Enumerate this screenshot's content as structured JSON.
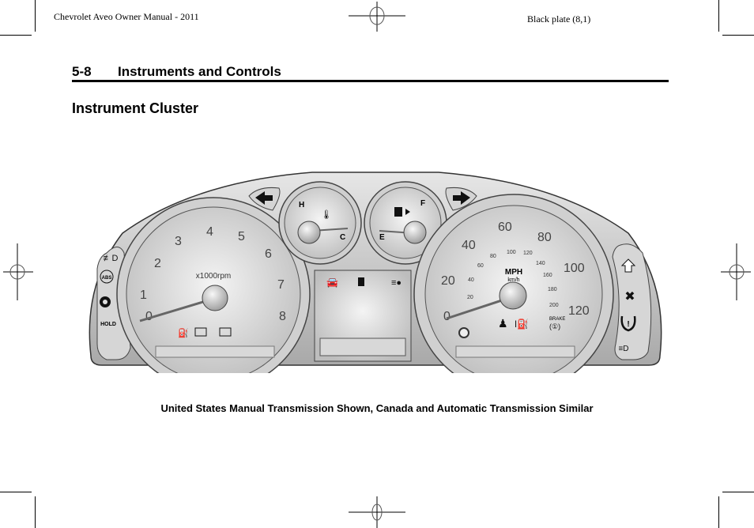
{
  "header": {
    "manual_title": "Chevrolet Aveo Owner Manual - 2011",
    "plate": "Black plate (8,1)"
  },
  "section": {
    "number": "5-8",
    "title": "Instruments and Controls"
  },
  "page_title": "Instrument Cluster",
  "figure": {
    "caption": "United States Manual Transmission Shown, Canada and Automatic Transmission Similar",
    "tachometer": {
      "unit_label": "x1000rpm",
      "ticks": [
        "0",
        "1",
        "2",
        "3",
        "4",
        "5",
        "6",
        "7",
        "8"
      ]
    },
    "temperature_gauge": {
      "hot_label": "H",
      "cold_label": "C"
    },
    "fuel_gauge": {
      "empty_label": "E",
      "full_label": "F"
    },
    "speedometer": {
      "unit_label": "MPH",
      "secondary_unit_label": "km/h",
      "mph_ticks": [
        "0",
        "20",
        "40",
        "60",
        "80",
        "100",
        "120"
      ],
      "kmh_ticks": [
        "20",
        "40",
        "60",
        "80",
        "100",
        "120",
        "140",
        "160",
        "180",
        "200"
      ],
      "brake_label": "BRAKE"
    },
    "left_pod": {
      "hold_label": "HOLD"
    },
    "icons": {
      "left_pod": [
        "rear-fog-lamp-icon",
        "abs-icon",
        "hold-mode-icon"
      ],
      "tach_bottom": [
        "oil-pressure-icon",
        "check-engine-icon",
        "battery-icon"
      ],
      "center_display": [
        "door-ajar-icon",
        "low-fuel-icon",
        "high-beam-icon"
      ],
      "speedo_bottom": [
        "seatbelt-icon",
        "service-oil-icon",
        "brake-system-icon"
      ],
      "right_pod": [
        "upshift-icon",
        "airbag-icon",
        "tire-pressure-icon",
        "front-fog-lamp-icon"
      ],
      "turn_signals": [
        "left-turn-signal-icon",
        "right-turn-signal-icon"
      ]
    }
  }
}
